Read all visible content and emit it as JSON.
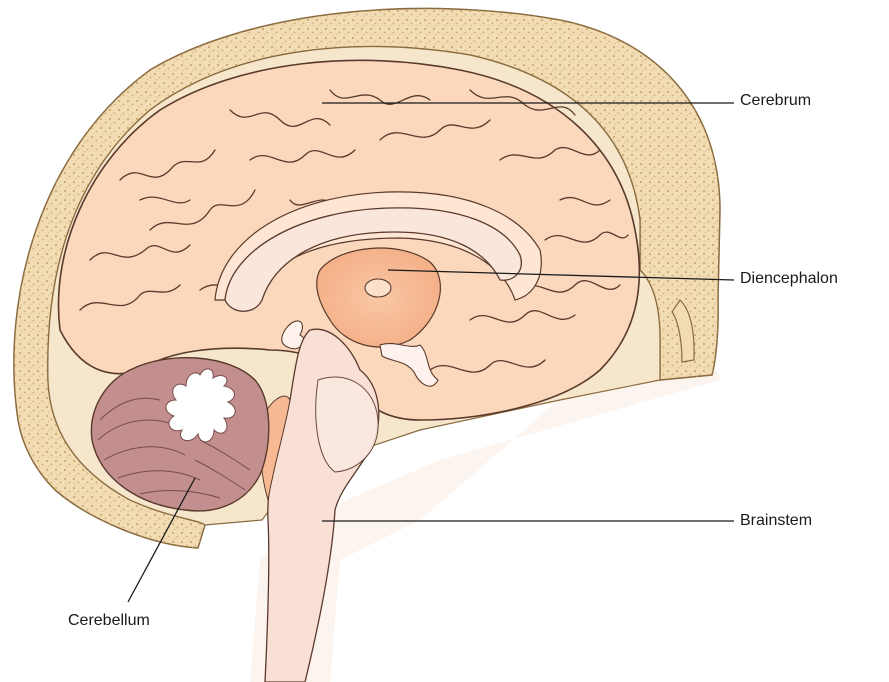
{
  "labels": {
    "cerebrum": "Cerebrum",
    "diencephalon": "Diencephalon",
    "brainstem": "Brainstem",
    "cerebellum": "Cerebellum"
  },
  "colors": {
    "skull_fill": "#f1dcb4",
    "skull_dots": "#c9a46a",
    "csf_space": "#f5e6cc",
    "cortex": "#fbd7bb",
    "cortex_light": "#fde7d4",
    "sulcus": "#5a3a2c",
    "corpus_callosum": "#fbe6dc",
    "diencephalon": "#f6b993",
    "brainstem": "#f9e0d6",
    "cerebellum": "#c28e8e",
    "cerebellum_white": "#ffffff",
    "leader_line": "#1a1a1a"
  }
}
